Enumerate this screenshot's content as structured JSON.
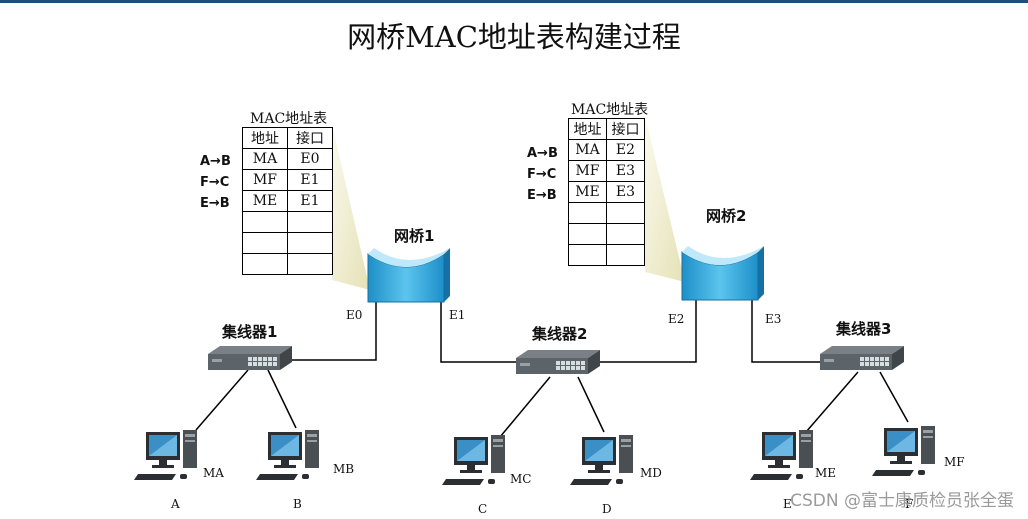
{
  "title": "网桥MAC地址表构建过程",
  "bridges": [
    {
      "name": "网桥1",
      "table_title": "MAC地址表",
      "headers": [
        "地址",
        "接口"
      ],
      "rows": [
        [
          "MA",
          "E0"
        ],
        [
          "MF",
          "E1"
        ],
        [
          "ME",
          "E1"
        ],
        [
          "",
          ""
        ],
        [
          "",
          ""
        ],
        [
          "",
          ""
        ]
      ],
      "flows": [
        "A→B",
        "F→C",
        "E→B"
      ],
      "ports": [
        "E0",
        "E1"
      ]
    },
    {
      "name": "网桥2",
      "table_title": "MAC地址表",
      "headers": [
        "地址",
        "接口"
      ],
      "rows": [
        [
          "MA",
          "E2"
        ],
        [
          "MF",
          "E3"
        ],
        [
          "ME",
          "E3"
        ],
        [
          "",
          ""
        ],
        [
          "",
          ""
        ],
        [
          "",
          ""
        ]
      ],
      "flows": [
        "A→B",
        "F→C",
        "E→B"
      ],
      "ports": [
        "E2",
        "E3"
      ]
    }
  ],
  "hubs": [
    "集线器1",
    "集线器2",
    "集线器3"
  ],
  "hosts": [
    {
      "letter": "A",
      "mac": "MA"
    },
    {
      "letter": "B",
      "mac": "MB"
    },
    {
      "letter": "C",
      "mac": "MC"
    },
    {
      "letter": "D",
      "mac": "MD"
    },
    {
      "letter": "E",
      "mac": "ME"
    },
    {
      "letter": "F",
      "mac": "MF"
    }
  ],
  "watermark": "CSDN @富士康质检员张全蛋",
  "colors": {
    "bridge": "#29a3d8",
    "beam": "#efeccd",
    "wire": "#000000",
    "hub": "#5d6469"
  }
}
